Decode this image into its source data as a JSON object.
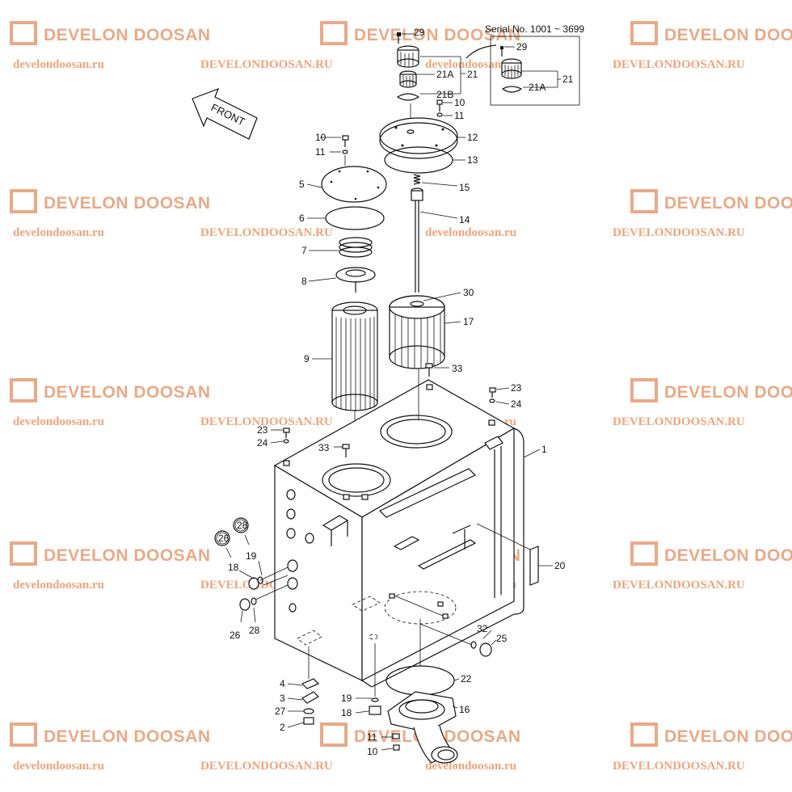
{
  "watermark": {
    "brand": "DEVELON DOOSAN",
    "site_lower": "develondoosan.ru",
    "site_upper": "DEVELONDOOSAN.RU"
  },
  "direction_label": "FRONT",
  "serial_box": {
    "title": "Serial No. 1001 ~ 3699",
    "labels": [
      "29",
      "21",
      "21A"
    ]
  },
  "part_labels": {
    "p1": "1",
    "p2": "2",
    "p3": "3",
    "p4": "4",
    "p5": "5",
    "p6": "6",
    "p7": "7",
    "p8": "8",
    "p9": "9",
    "p10a": "10",
    "p10b": "10",
    "p10c": "10",
    "p11a": "11",
    "p11b": "11",
    "p11c": "11",
    "p12": "12",
    "p13": "13",
    "p14": "14",
    "p15": "15",
    "p16": "16",
    "p17": "17",
    "p18a": "18",
    "p18b": "18",
    "p19a": "19",
    "p19b": "19",
    "p20": "20",
    "p21": "21",
    "p21a": "21A",
    "p21b": "21B",
    "p22": "22",
    "p23a": "23",
    "p23b": "23",
    "p24a": "24",
    "p24b": "24",
    "p25": "25",
    "p26a": "26",
    "p26b": "26",
    "p27": "27",
    "p28a": "28",
    "p28b": "28",
    "p29": "29",
    "p30": "30",
    "p32": "32",
    "p33a": "33",
    "p33b": "33"
  },
  "colors": {
    "watermark": "#e7a07a",
    "line": "#111111"
  },
  "icons": [
    "brand-logo-icon",
    "front-arrow-icon"
  ]
}
